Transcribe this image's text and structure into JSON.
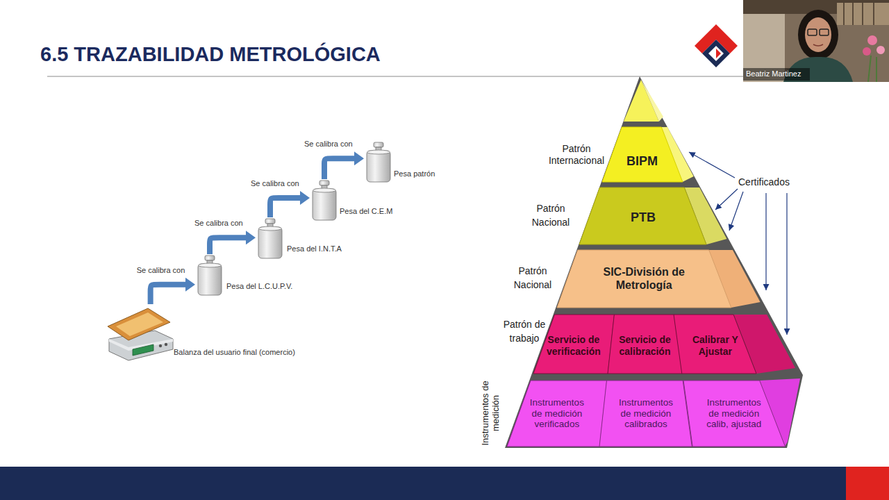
{
  "diagram": {
    "title": "6.5 TRAZABILIDAD METROLÓGICA",
    "nodes": [
      {
        "text": [
          "Pesa patrón"
        ]
      },
      {
        "text": [
          "Pesa del C.E.M"
        ]
      },
      {
        "text": [
          "Pesa del I.N.T.A"
        ]
      },
      {
        "text": [
          "Pesa del L.C.U.P.V."
        ]
      },
      {
        "text": [
          "Balanza del usuario final (comercio)"
        ]
      },
      {
        "text": [
          "BIPM"
        ]
      },
      {
        "text": [
          "PTB"
        ]
      },
      {
        "text": [
          "SIC-División de Metrología"
        ]
      },
      {
        "text": [
          "Servicio de verificación"
        ]
      },
      {
        "text": [
          "Servicio de calibración"
        ]
      },
      {
        "text": [
          "Calibrar Y Ajustar"
        ]
      },
      {
        "text": [
          "Instrumentos de medición verificados"
        ]
      },
      {
        "text": [
          "Instrumentos de medición calibrados"
        ]
      },
      {
        "text": [
          "Instrumentos de medición calib, ajustad"
        ]
      }
    ],
    "edges": [
      {
        "from": 4,
        "to": 3,
        "arrow": "to",
        "label": "Se calibra con"
      },
      {
        "from": 3,
        "to": 2,
        "arrow": "to",
        "label": "Se calibra con"
      },
      {
        "from": 2,
        "to": 1,
        "arrow": "to",
        "label": "Se calibra con"
      },
      {
        "from": 1,
        "to": 0,
        "arrow": "to",
        "label": "Se calibra con"
      }
    ],
    "labels": [
      "Beatriz Martinez",
      "Patrón Internacional",
      "Certificados",
      "Patrón Nacional",
      "Patrón Nacional",
      "Patrón de trabajo",
      "Instrumentos de medición"
    ]
  }
}
